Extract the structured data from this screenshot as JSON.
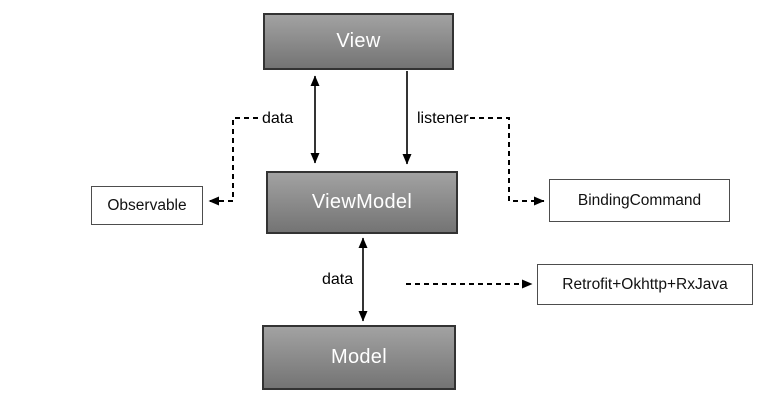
{
  "diagram": {
    "nodes": {
      "view": {
        "label": "View"
      },
      "viewmodel": {
        "label": "ViewModel"
      },
      "model": {
        "label": "Model"
      },
      "observable": {
        "label": "Observable"
      },
      "bindingcommand": {
        "label": "BindingCommand"
      },
      "retrofit": {
        "label": "Retrofit+Okhttp+RxJava"
      }
    },
    "edge_labels": {
      "view_viewmodel_data": "data",
      "view_viewmodel_listener": "listener",
      "viewmodel_model_data": "data"
    },
    "colors": {
      "canvas_bg": "#ffffff",
      "node_fill_top": "#a2a2a2",
      "node_fill_bottom": "#747474",
      "node_border": "#333333",
      "node_text": "#ffffff",
      "io_box_bg": "#ffffff",
      "io_box_border": "#4d4d4d",
      "io_box_text": "#111111",
      "line_color": "#000000"
    }
  }
}
